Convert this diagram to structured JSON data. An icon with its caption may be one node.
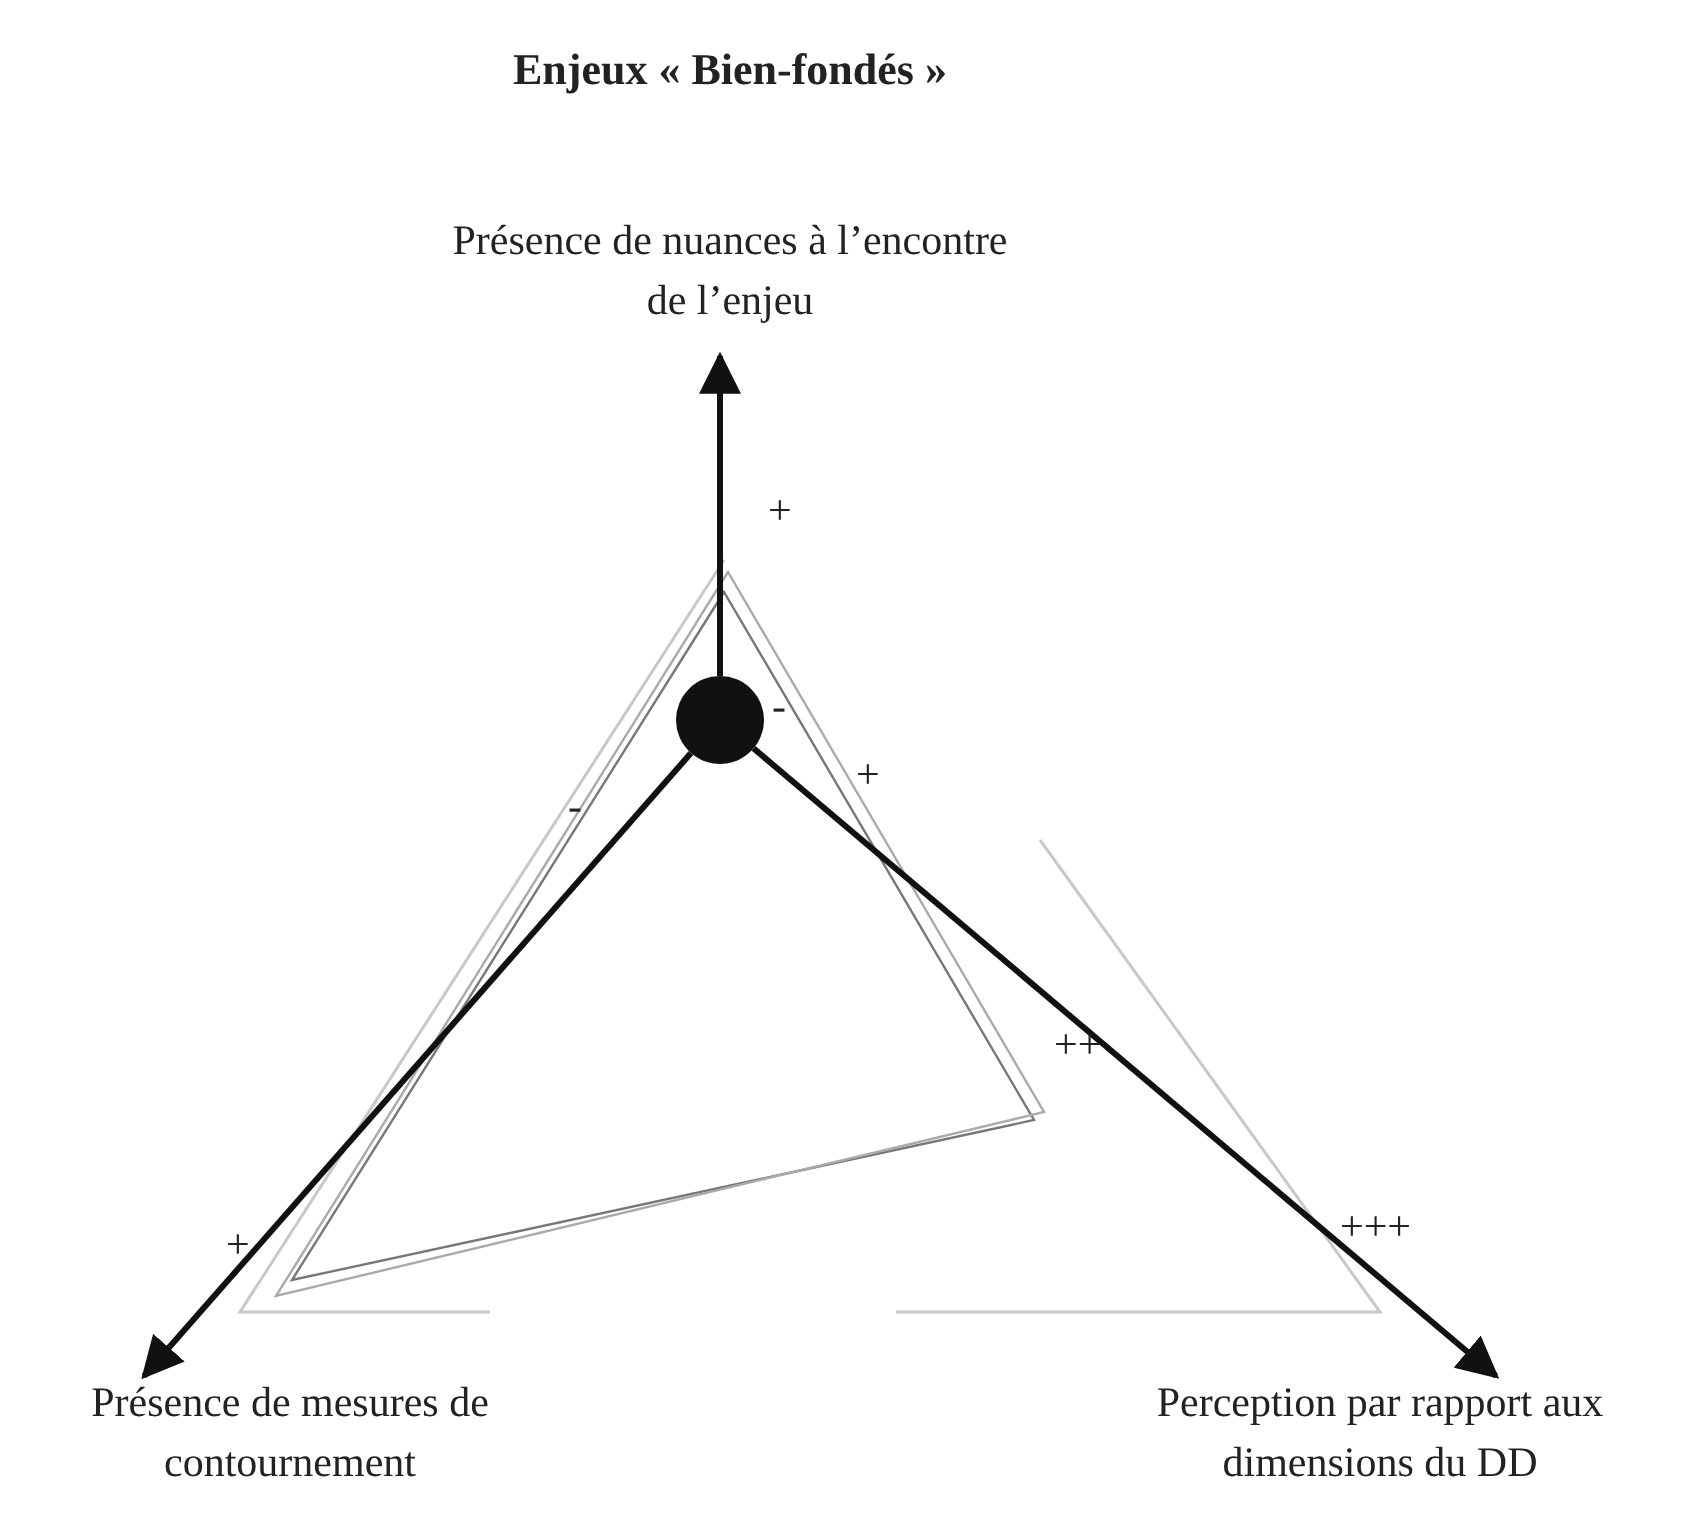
{
  "diagram": {
    "title": "Enjeux « Bien-fondés »",
    "nodes": [
      {
        "text": [],
        "shape": "circle"
      },
      {
        "text": [
          "Présence de nuances à l’encontre de l’enjeu"
        ]
      },
      {
        "text": [
          "Présence de mesures de contournement"
        ]
      },
      {
        "text": [
          "Perception par rapport aux dimensions du DD"
        ]
      }
    ],
    "edges": [
      {
        "from": 0,
        "to": 1,
        "arrow": "to"
      },
      {
        "from": 0,
        "to": 2,
        "arrow": "to"
      },
      {
        "from": 0,
        "to": 3,
        "arrow": "to"
      }
    ],
    "labels": [
      "+",
      "-",
      "+",
      "-",
      "++",
      "+",
      "+++"
    ]
  }
}
